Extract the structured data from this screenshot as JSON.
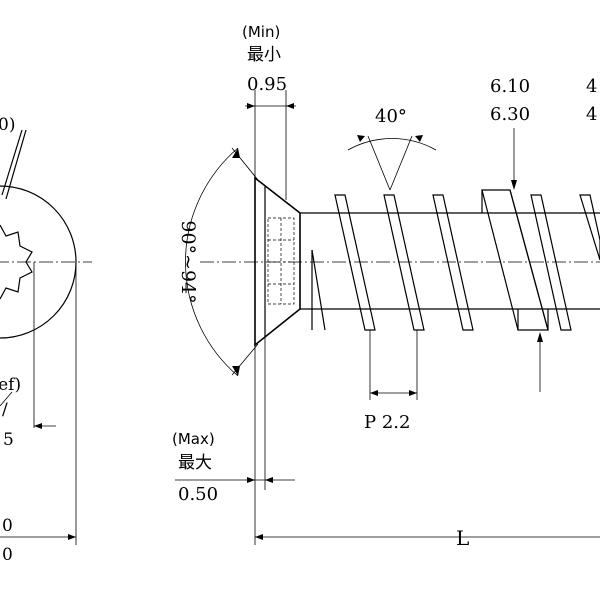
{
  "left_view": {
    "top_label_fragment": "0)",
    "ref_label_fragment": "ref)",
    "slash_fragment": "/",
    "dim_fragment": "5",
    "bottom_top_fragment": "0",
    "bottom_bottom_fragment": "0"
  },
  "head": {
    "min_label": "(Min)",
    "min_cn": "最小",
    "min_value": "0.95",
    "max_label": "(Max)",
    "max_cn": "最大",
    "max_value": "0.50",
    "angle_label": "90°~94°"
  },
  "thread": {
    "flank_angle": "40°",
    "pitch_label": "P 2.2",
    "dia_max": "6.10",
    "dia_min": "6.30",
    "right_top_fragment": "4",
    "right_bottom_fragment": "4",
    "length_label": "L"
  }
}
